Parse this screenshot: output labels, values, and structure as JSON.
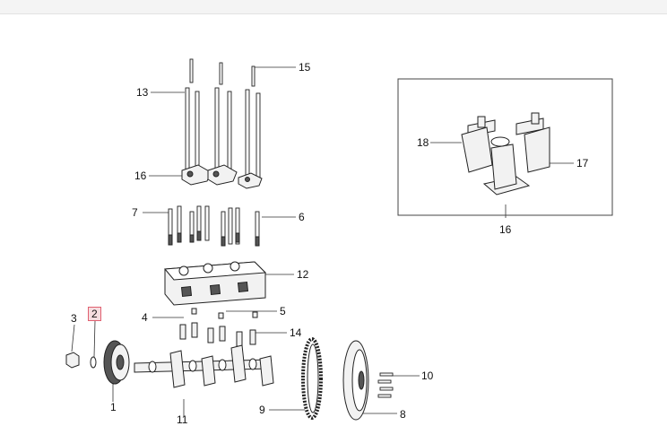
{
  "callouts": [
    {
      "id": "1",
      "label": "1"
    },
    {
      "id": "2",
      "label": "2"
    },
    {
      "id": "3",
      "label": "3"
    },
    {
      "id": "4",
      "label": "4"
    },
    {
      "id": "5",
      "label": "5"
    },
    {
      "id": "6",
      "label": "6"
    },
    {
      "id": "7",
      "label": "7"
    },
    {
      "id": "8",
      "label": "8"
    },
    {
      "id": "9",
      "label": "9"
    },
    {
      "id": "10",
      "label": "10"
    },
    {
      "id": "11",
      "label": "11"
    },
    {
      "id": "12",
      "label": "12"
    },
    {
      "id": "13",
      "label": "13"
    },
    {
      "id": "14",
      "label": "14"
    },
    {
      "id": "15",
      "label": "15"
    },
    {
      "id": "16a",
      "label": "16"
    },
    {
      "id": "16b",
      "label": "16"
    },
    {
      "id": "17",
      "label": "17"
    },
    {
      "id": "18",
      "label": "18"
    }
  ],
  "highlighted_callout": "2"
}
